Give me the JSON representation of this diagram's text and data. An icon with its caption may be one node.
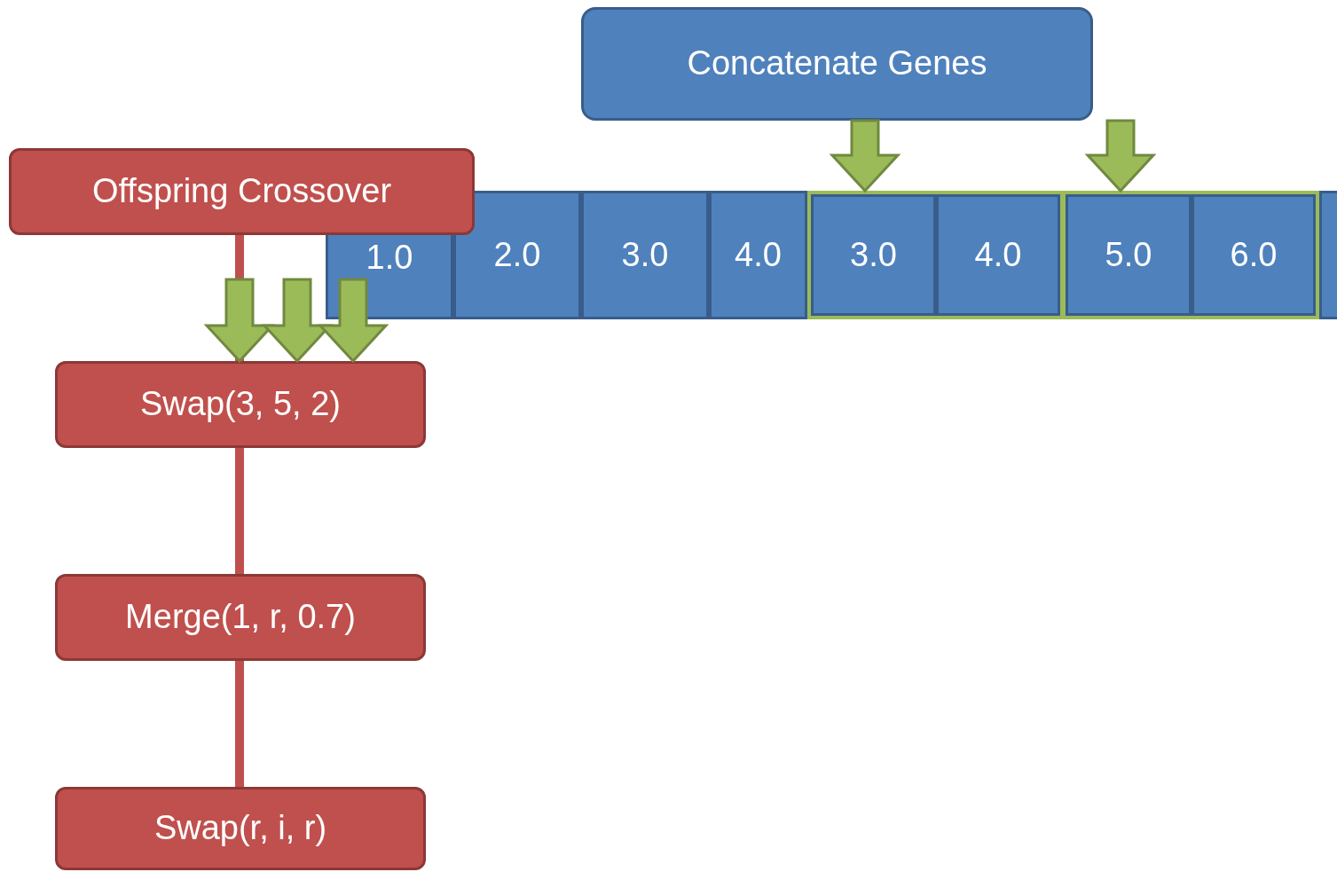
{
  "diagram": {
    "nodes": [
      {
        "text": [
          "Concatenate Genes"
        ]
      },
      {
        "text": [
          "Offspring Crossover"
        ]
      },
      {
        "text": [
          "1.0"
        ]
      },
      {
        "text": [
          "2.0"
        ]
      },
      {
        "text": [
          "3.0"
        ]
      },
      {
        "text": [
          "4.0"
        ]
      },
      {
        "text": [],
        "shape": "box"
      },
      {
        "text": [
          "3.0"
        ],
        "in": 6
      },
      {
        "text": [
          "4.0"
        ],
        "in": 6
      },
      {
        "text": [],
        "shape": "box"
      },
      {
        "text": [
          "5.0"
        ],
        "in": 9
      },
      {
        "text": [
          "6.0"
        ],
        "in": 9
      },
      {
        "text": [],
        "shape": "box"
      },
      {
        "text": [
          "Swap(3, 5, 2)"
        ]
      },
      {
        "text": [
          "Merge(1, r, 0.7)"
        ]
      },
      {
        "text": [
          "Swap(r, i, r)"
        ]
      }
    ],
    "edges": [
      {
        "from": 0,
        "to": 6,
        "arrow": "to",
        "style": "thick"
      },
      {
        "from": 0,
        "to": 9,
        "arrow": "to",
        "style": "thick"
      },
      {
        "from": 1,
        "to": 13,
        "arrow": "none",
        "color": "#c0504d"
      },
      {
        "from": 13,
        "to": 14,
        "arrow": "none",
        "color": "#c0504d"
      },
      {
        "from": 14,
        "to": 15,
        "arrow": "none",
        "color": "#c0504d"
      },
      {
        "from": null,
        "to": 13,
        "arrow": "to",
        "style": "thick"
      },
      {
        "from": null,
        "to": 13,
        "arrow": "to",
        "style": "thick"
      },
      {
        "from": null,
        "to": 13,
        "arrow": "to",
        "style": "thick"
      }
    ]
  }
}
